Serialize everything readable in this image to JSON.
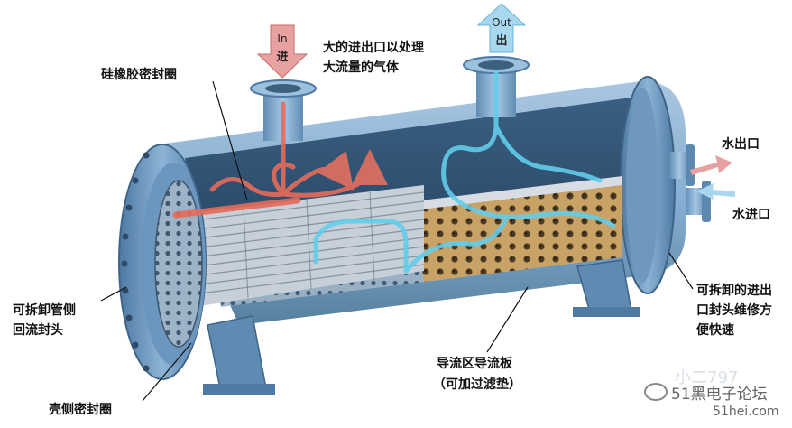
{
  "labels": {
    "in_en": "In",
    "in_cn": "进",
    "out_en": "Out",
    "out_cn": "出",
    "large_inlet_line1": "大的进出口以处理",
    "large_inlet_line2": "大流量的气体",
    "silicone_seal": "硅橡胶密封圈",
    "water_outlet": "水出口",
    "water_inlet": "水进口",
    "removable_tube_line1": "可拆卸管侧",
    "removable_tube_line2": "回流封头",
    "removable_inout_line1": "可拆卸的进出",
    "removable_inout_line2": "口封头维修方",
    "removable_inout_line3": "便快速",
    "baffle_line1": "导流区导流板",
    "baffle_line2": "（可加过滤垫）",
    "shell_seal": "壳侧密封圈"
  },
  "watermark": {
    "name": "51黑电子论坛",
    "url": "51hei.com",
    "faint": "小二797"
  },
  "colors": {
    "shell": "#7fa6c9",
    "shell_dark": "#4f7aa3",
    "interior": "#2f4f6e",
    "hot_flow": "#e06a5a",
    "cold_flow": "#5ec8e8",
    "baffle": "#c8a064"
  }
}
